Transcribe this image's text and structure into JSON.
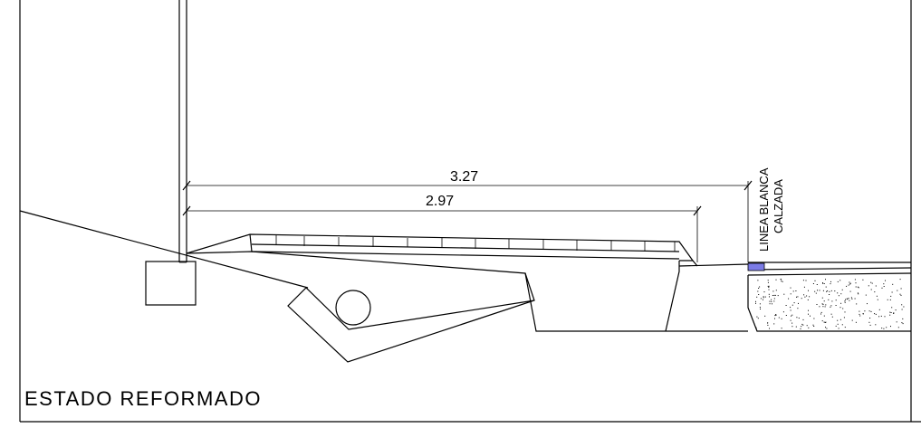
{
  "drawing": {
    "title": "ESTADO REFORMADO",
    "dimensions": {
      "outer": "3.27",
      "inner": "2.97"
    },
    "labels": {
      "line1": "LINEA BLANCA",
      "line2": "CALZADA"
    },
    "colors": {
      "line": "#000000",
      "white_line_marker": "#7b7be6",
      "background": "#ffffff"
    }
  }
}
